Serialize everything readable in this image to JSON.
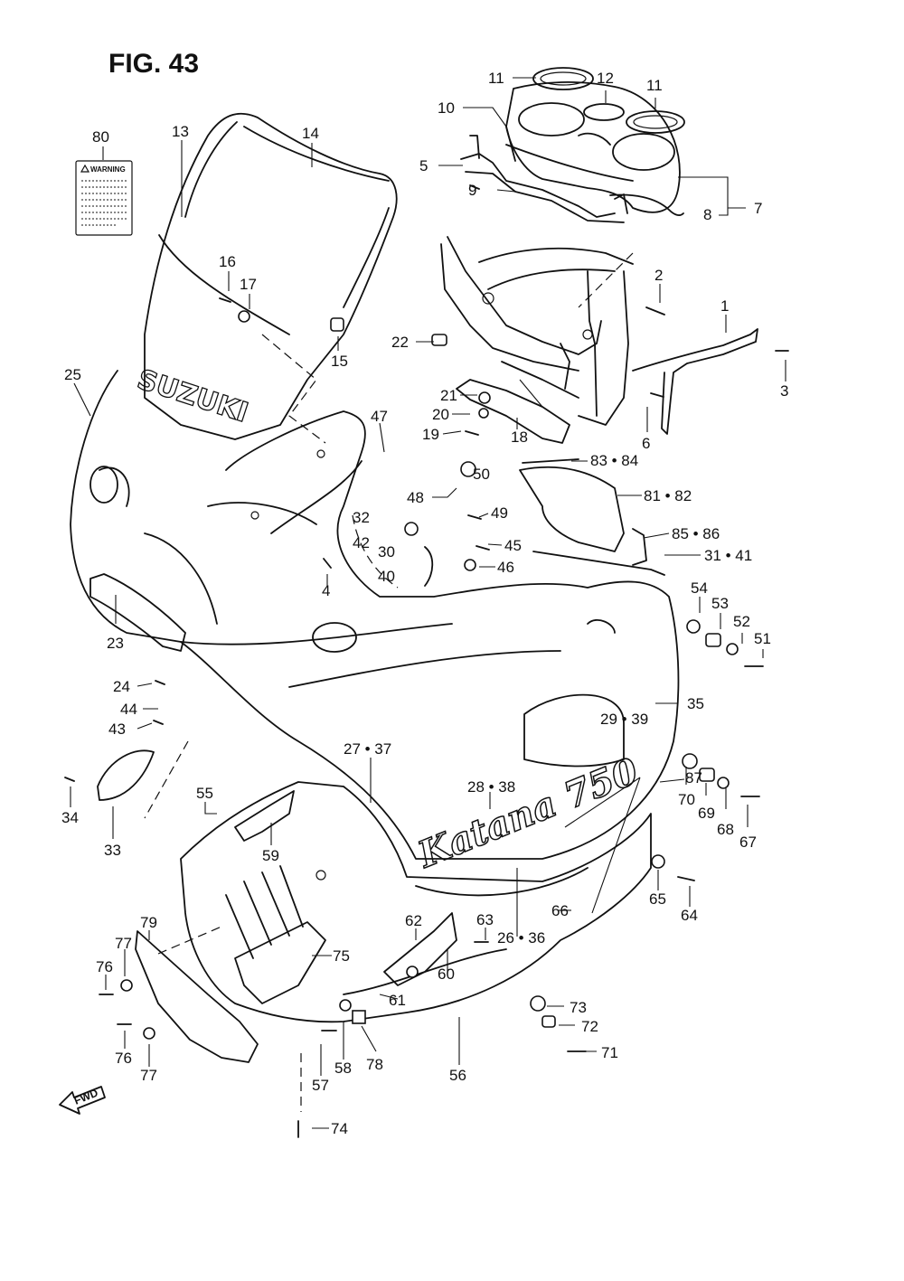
{
  "figure": {
    "title": "FIG. 43"
  },
  "warning_label": {
    "heading": "WARNING"
  },
  "windscreen_brand": "SUZUKI",
  "cowling_model": "Katana 750",
  "fwd_arrow": "FWD",
  "callouts": [
    {
      "id": "c11a",
      "text": "11"
    },
    {
      "id": "c12",
      "text": "12"
    },
    {
      "id": "c11b",
      "text": "11"
    },
    {
      "id": "c10",
      "text": "10"
    },
    {
      "id": "c80",
      "text": "80"
    },
    {
      "id": "c13",
      "text": "13"
    },
    {
      "id": "c14",
      "text": "14"
    },
    {
      "id": "c5",
      "text": "5"
    },
    {
      "id": "c7",
      "text": "7"
    },
    {
      "id": "c9",
      "text": "9"
    },
    {
      "id": "c8",
      "text": "8"
    },
    {
      "id": "c16",
      "text": "16"
    },
    {
      "id": "c17",
      "text": "17"
    },
    {
      "id": "c2",
      "text": "2"
    },
    {
      "id": "c1",
      "text": "1"
    },
    {
      "id": "c15",
      "text": "15"
    },
    {
      "id": "c22",
      "text": "22"
    },
    {
      "id": "c3",
      "text": "3"
    },
    {
      "id": "c25",
      "text": "25"
    },
    {
      "id": "c21",
      "text": "21"
    },
    {
      "id": "c20",
      "text": "20"
    },
    {
      "id": "c6",
      "text": "6"
    },
    {
      "id": "c47",
      "text": "47"
    },
    {
      "id": "c19",
      "text": "19"
    },
    {
      "id": "c18",
      "text": "18"
    },
    {
      "id": "c8384",
      "text": "83 • 84"
    },
    {
      "id": "c50",
      "text": "50"
    },
    {
      "id": "c48",
      "text": "48"
    },
    {
      "id": "c8182",
      "text": "81 • 82"
    },
    {
      "id": "c49",
      "text": "49"
    },
    {
      "id": "c32",
      "text": "32"
    },
    {
      "id": "c42",
      "text": "42"
    },
    {
      "id": "c8586",
      "text": "85 • 86"
    },
    {
      "id": "c45",
      "text": "45"
    },
    {
      "id": "c30",
      "text": "30"
    },
    {
      "id": "c3141",
      "text": "31 • 41"
    },
    {
      "id": "c40",
      "text": "40"
    },
    {
      "id": "c46",
      "text": "46"
    },
    {
      "id": "c4",
      "text": "4"
    },
    {
      "id": "c54",
      "text": "54"
    },
    {
      "id": "c53",
      "text": "53"
    },
    {
      "id": "c52",
      "text": "52"
    },
    {
      "id": "c23",
      "text": "23"
    },
    {
      "id": "c51",
      "text": "51"
    },
    {
      "id": "c24",
      "text": "24"
    },
    {
      "id": "c35",
      "text": "35"
    },
    {
      "id": "c44",
      "text": "44"
    },
    {
      "id": "c43",
      "text": "43"
    },
    {
      "id": "c2939",
      "text": "29 • 39"
    },
    {
      "id": "c2737",
      "text": "27 • 37"
    },
    {
      "id": "c87",
      "text": "87"
    },
    {
      "id": "c2838",
      "text": "28 • 38"
    },
    {
      "id": "c55",
      "text": "55"
    },
    {
      "id": "c70",
      "text": "70"
    },
    {
      "id": "c69",
      "text": "69"
    },
    {
      "id": "c34",
      "text": "34"
    },
    {
      "id": "c68",
      "text": "68"
    },
    {
      "id": "c67",
      "text": "67"
    },
    {
      "id": "c33",
      "text": "33"
    },
    {
      "id": "c59",
      "text": "59"
    },
    {
      "id": "c65",
      "text": "65"
    },
    {
      "id": "c64",
      "text": "64"
    },
    {
      "id": "c66",
      "text": "66"
    },
    {
      "id": "c79",
      "text": "79"
    },
    {
      "id": "c62",
      "text": "62"
    },
    {
      "id": "c63",
      "text": "63"
    },
    {
      "id": "c2636",
      "text": "26 • 36"
    },
    {
      "id": "c75",
      "text": "75"
    },
    {
      "id": "c77a",
      "text": "77"
    },
    {
      "id": "c76a",
      "text": "76"
    },
    {
      "id": "c60",
      "text": "60"
    },
    {
      "id": "c61",
      "text": "61"
    },
    {
      "id": "c73",
      "text": "73"
    },
    {
      "id": "c72",
      "text": "72"
    },
    {
      "id": "c76b",
      "text": "76"
    },
    {
      "id": "c77b",
      "text": "77"
    },
    {
      "id": "c57",
      "text": "57"
    },
    {
      "id": "c58",
      "text": "58"
    },
    {
      "id": "c78",
      "text": "78"
    },
    {
      "id": "c56",
      "text": "56"
    },
    {
      "id": "c71",
      "text": "71"
    },
    {
      "id": "c74",
      "text": "74"
    }
  ]
}
